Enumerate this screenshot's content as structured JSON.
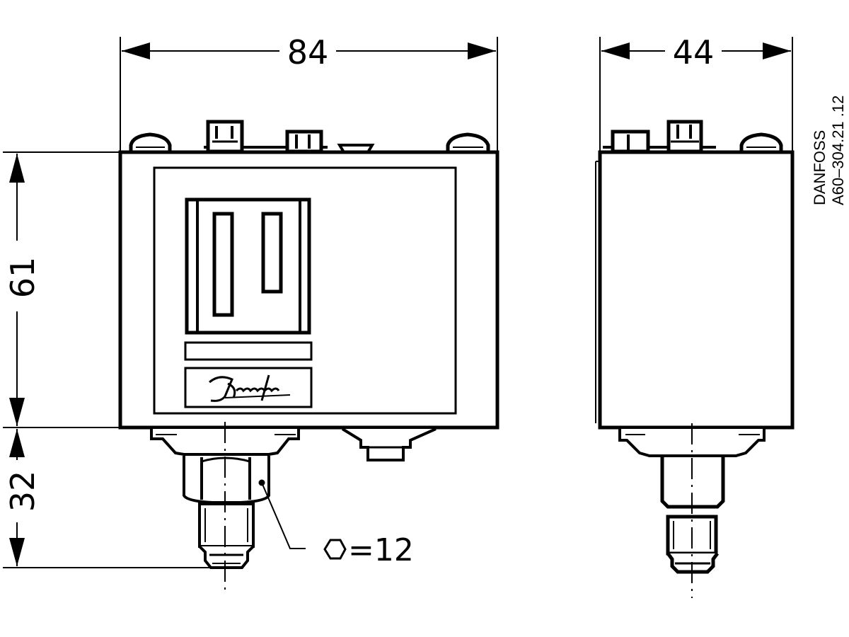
{
  "drawing": {
    "type": "technical dimension drawing",
    "subject": "Pressure switch (front and side view)",
    "brand_logo": "Danfoss",
    "stroke_color": "#000000",
    "background": "#ffffff"
  },
  "front_view": {
    "dimensions": {
      "width": "84",
      "height_body": "61",
      "height_connection": "32"
    },
    "hex_callout": {
      "symbol": "hexagon-icon",
      "label": "=12"
    }
  },
  "side_view": {
    "dimensions": {
      "width": "44"
    }
  },
  "drawing_reference": {
    "line1": "DANFOSS",
    "line2": "A60–304.21 .12"
  }
}
